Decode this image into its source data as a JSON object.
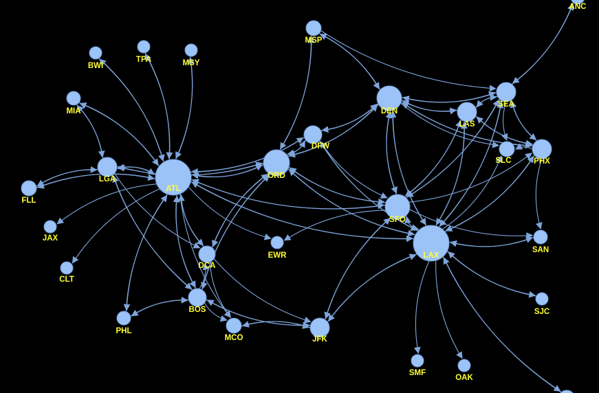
{
  "theme": {
    "background": "#000000",
    "node_fill": "#9cc3f7",
    "node_stroke": "#6f9bd6",
    "edge_color": "#7fa6dc",
    "label_color": "#ffff33"
  },
  "nodes": [
    {
      "id": "ATL",
      "label": "ATL",
      "degree": 26
    },
    {
      "id": "LAX",
      "label": "LAX",
      "degree": 24
    },
    {
      "id": "ORD",
      "label": "ORD",
      "degree": 16
    },
    {
      "id": "DEN",
      "label": "DEN",
      "degree": 14
    },
    {
      "id": "SFO",
      "label": "SFO",
      "degree": 14
    },
    {
      "id": "LGA",
      "label": "LGA",
      "degree": 10
    },
    {
      "id": "SEA",
      "label": "SEA",
      "degree": 10
    },
    {
      "id": "PHX",
      "label": "PHX",
      "degree": 10
    },
    {
      "id": "LAS",
      "label": "LAS",
      "degree": 9
    },
    {
      "id": "JFK",
      "label": "JFK",
      "degree": 9
    },
    {
      "id": "BOS",
      "label": "BOS",
      "degree": 9
    },
    {
      "id": "DFW",
      "label": "DFW",
      "degree": 7
    },
    {
      "id": "DCA",
      "label": "DCA",
      "degree": 6
    },
    {
      "id": "MSP",
      "label": "MSP",
      "degree": 4
    },
    {
      "id": "SLC",
      "label": "SLC",
      "degree": 4
    },
    {
      "id": "MCO",
      "label": "MCO",
      "degree": 4
    },
    {
      "id": "FLL",
      "label": "FLL",
      "degree": 3
    },
    {
      "id": "MIA",
      "label": "MIA",
      "degree": 3
    },
    {
      "id": "PHL",
      "label": "PHL",
      "degree": 3
    },
    {
      "id": "SAN",
      "label": "SAN",
      "degree": 3
    },
    {
      "id": "BWI",
      "label": "BWI",
      "degree": 2
    },
    {
      "id": "TPA",
      "label": "TPA",
      "degree": 2
    },
    {
      "id": "MSY",
      "label": "MSY",
      "degree": 2
    },
    {
      "id": "ANC",
      "label": "ANC",
      "degree": 2
    },
    {
      "id": "JAX",
      "label": "JAX",
      "degree": 1
    },
    {
      "id": "CLT",
      "label": "CLT",
      "degree": 1
    },
    {
      "id": "EWR",
      "label": "EWR",
      "degree": 2
    },
    {
      "id": "SJC",
      "label": "SJC",
      "degree": 2
    },
    {
      "id": "SMF",
      "label": "SMF",
      "degree": 1
    },
    {
      "id": "OAK",
      "label": "OAK",
      "degree": 1
    },
    {
      "id": "OFF",
      "label": "",
      "degree": 2
    }
  ],
  "edges": [
    [
      "ATL",
      "LGA"
    ],
    [
      "LGA",
      "ATL"
    ],
    [
      "ATL",
      "ORD"
    ],
    [
      "ORD",
      "ATL"
    ],
    [
      "ATL",
      "DFW"
    ],
    [
      "DFW",
      "ATL"
    ],
    [
      "ATL",
      "BWI"
    ],
    [
      "BWI",
      "ATL"
    ],
    [
      "ATL",
      "TPA"
    ],
    [
      "TPA",
      "ATL"
    ],
    [
      "ATL",
      "MSY"
    ],
    [
      "MSY",
      "ATL"
    ],
    [
      "ATL",
      "MIA"
    ],
    [
      "MIA",
      "ATL"
    ],
    [
      "ATL",
      "FLL"
    ],
    [
      "FLL",
      "ATL"
    ],
    [
      "ATL",
      "JAX"
    ],
    [
      "ATL",
      "CLT"
    ],
    [
      "ATL",
      "PHL"
    ],
    [
      "ATL",
      "BOS"
    ],
    [
      "BOS",
      "ATL"
    ],
    [
      "ATL",
      "DCA"
    ],
    [
      "DCA",
      "ATL"
    ],
    [
      "ATL",
      "EWR"
    ],
    [
      "ATL",
      "SFO"
    ],
    [
      "SFO",
      "ATL"
    ],
    [
      "ATL",
      "LAX"
    ],
    [
      "LAX",
      "ATL"
    ],
    [
      "ATL",
      "MCO"
    ],
    [
      "LGA",
      "FLL"
    ],
    [
      "FLL",
      "LGA"
    ],
    [
      "LGA",
      "MIA"
    ],
    [
      "MIA",
      "LGA"
    ],
    [
      "LGA",
      "ORD"
    ],
    [
      "ORD",
      "LGA"
    ],
    [
      "LGA",
      "BOS"
    ],
    [
      "BOS",
      "LGA"
    ],
    [
      "LGA",
      "DCA"
    ],
    [
      "ORD",
      "DFW"
    ],
    [
      "DFW",
      "ORD"
    ],
    [
      "ORD",
      "DEN"
    ],
    [
      "DEN",
      "ORD"
    ],
    [
      "ORD",
      "MSP"
    ],
    [
      "MSP",
      "ORD"
    ],
    [
      "ORD",
      "SFO"
    ],
    [
      "SFO",
      "ORD"
    ],
    [
      "ORD",
      "LAX"
    ],
    [
      "LAX",
      "ORD"
    ],
    [
      "ORD",
      "BOS"
    ],
    [
      "BOS",
      "ORD"
    ],
    [
      "ORD",
      "DCA"
    ],
    [
      "DCA",
      "ORD"
    ],
    [
      "DFW",
      "DEN"
    ],
    [
      "DEN",
      "DFW"
    ],
    [
      "DFW",
      "LAX"
    ],
    [
      "LAX",
      "DFW"
    ],
    [
      "DFW",
      "SFO"
    ],
    [
      "DEN",
      "MSP"
    ],
    [
      "MSP",
      "DEN"
    ],
    [
      "DEN",
      "SFO"
    ],
    [
      "SFO",
      "DEN"
    ],
    [
      "DEN",
      "LAX"
    ],
    [
      "LAX",
      "DEN"
    ],
    [
      "DEN",
      "LAS"
    ],
    [
      "LAS",
      "DEN"
    ],
    [
      "DEN",
      "SEA"
    ],
    [
      "SEA",
      "DEN"
    ],
    [
      "DEN",
      "PHX"
    ],
    [
      "PHX",
      "DEN"
    ],
    [
      "DEN",
      "SLC"
    ],
    [
      "MSP",
      "SEA"
    ],
    [
      "SFO",
      "LAX"
    ],
    [
      "LAX",
      "SFO"
    ],
    [
      "SFO",
      "SEA"
    ],
    [
      "SEA",
      "SFO"
    ],
    [
      "SFO",
      "LAS"
    ],
    [
      "LAS",
      "SFO"
    ],
    [
      "SFO",
      "PHX"
    ],
    [
      "SFO",
      "JFK"
    ],
    [
      "JFK",
      "SFO"
    ],
    [
      "SFO",
      "EWR"
    ],
    [
      "SFO",
      "SAN"
    ],
    [
      "LAX",
      "JFK"
    ],
    [
      "JFK",
      "LAX"
    ],
    [
      "LAX",
      "SEA"
    ],
    [
      "SEA",
      "LAX"
    ],
    [
      "LAX",
      "LAS"
    ],
    [
      "LAS",
      "LAX"
    ],
    [
      "LAX",
      "PHX"
    ],
    [
      "PHX",
      "LAX"
    ],
    [
      "LAX",
      "SLC"
    ],
    [
      "LAX",
      "SAN"
    ],
    [
      "SAN",
      "LAX"
    ],
    [
      "LAX",
      "SJC"
    ],
    [
      "SJC",
      "LAX"
    ],
    [
      "LAX",
      "SMF"
    ],
    [
      "LAX",
      "OAK"
    ],
    [
      "LAX",
      "OFF"
    ],
    [
      "OFF",
      "LAX"
    ],
    [
      "SEA",
      "ANC"
    ],
    [
      "ANC",
      "SEA"
    ],
    [
      "SEA",
      "LAS"
    ],
    [
      "LAS",
      "SEA"
    ],
    [
      "SEA",
      "PHX"
    ],
    [
      "PHX",
      "SEA"
    ],
    [
      "SEA",
      "SLC"
    ],
    [
      "LAS",
      "PHX"
    ],
    [
      "PHX",
      "LAS"
    ],
    [
      "PHX",
      "SAN"
    ],
    [
      "PHX",
      "SLC"
    ],
    [
      "BOS",
      "JFK"
    ],
    [
      "JFK",
      "BOS"
    ],
    [
      "BOS",
      "PHL"
    ],
    [
      "PHL",
      "BOS"
    ],
    [
      "BOS",
      "MCO"
    ],
    [
      "BOS",
      "DCA"
    ],
    [
      "JFK",
      "MCO"
    ],
    [
      "MCO",
      "JFK"
    ],
    [
      "DCA",
      "JFK"
    ],
    [
      "DCA",
      "MCO"
    ],
    [
      "PHL",
      "ATL"
    ]
  ]
}
